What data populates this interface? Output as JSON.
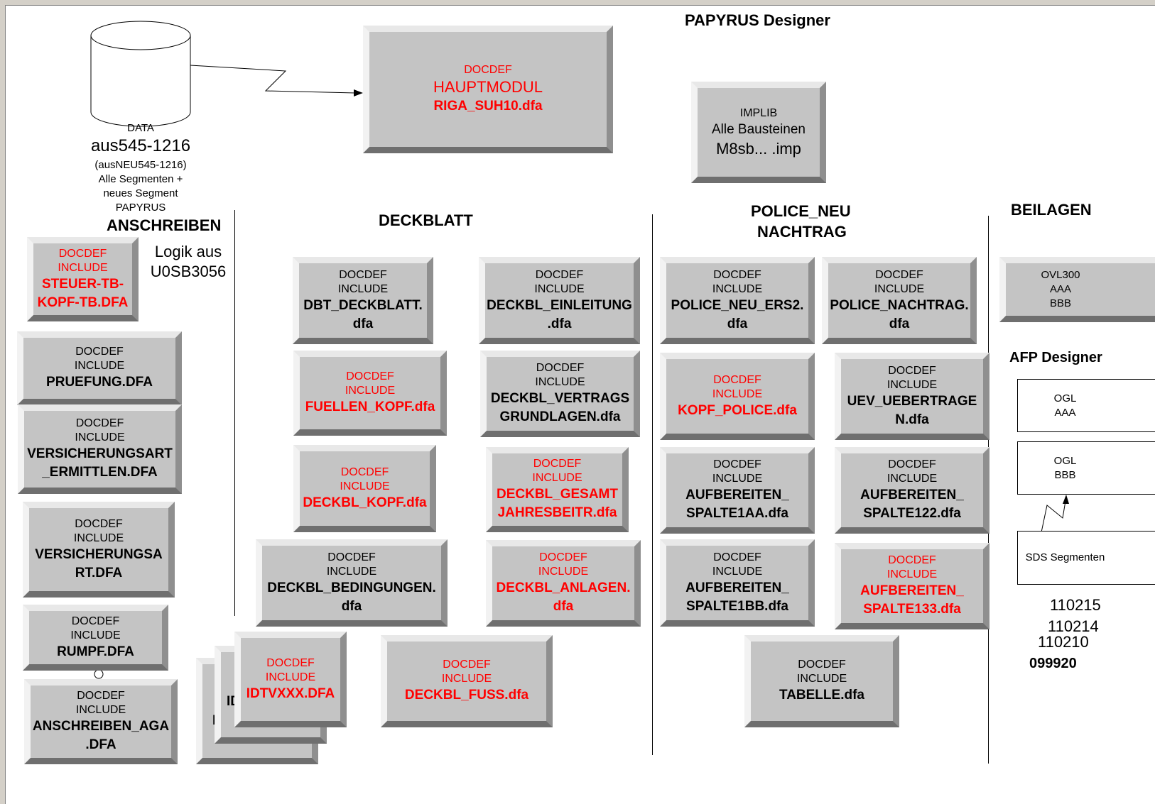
{
  "title": "PAPYRUS Designer",
  "data_store": {
    "label": "DATA",
    "name": "aus545-1216",
    "note": [
      "(ausNEU545-1216)",
      "Alle Segmenten +",
      "neues Segment",
      "PAPYRUS"
    ]
  },
  "hauptmodul": {
    "line1": "DOCDEF",
    "line2": "HAUPTMODUL",
    "line3": "RIGA_SUH10.dfa"
  },
  "implib": {
    "line1": "IMPLIB",
    "line2": "Alle Bausteinen",
    "line3": "M8sb... .imp"
  },
  "sections": {
    "anschreiben": "ANSCHREIBEN",
    "deckblatt": "DECKBLATT",
    "police_line1": "POLICE_NEU",
    "police_line2": "NACHTRAG",
    "beilagen": "BEILAGEN",
    "afp": "AFP Designer"
  },
  "logik_note": [
    "Logik aus",
    "U0SB3056"
  ],
  "anschreiben_modules": [
    {
      "l1": "DOCDEF",
      "l2": "INCLUDE",
      "l3": "STEUER-TB-",
      "l4": "KOPF-TB.DFA"
    },
    {
      "l1": "DOCDEF",
      "l2": "INCLUDE",
      "l3": "PRUEFUNG.DFA",
      "l4": ""
    },
    {
      "l1": "DOCDEF",
      "l2": "INCLUDE",
      "l3": "VERSICHERUNGSART",
      "l4": "_ERMITTLEN.DFA"
    },
    {
      "l1": "DOCDEF",
      "l2": "INCLUDE",
      "l3": "VERSICHERUNGSA",
      "l4": "RT.DFA"
    },
    {
      "l1": "DOCDEF",
      "l2": "INCLUDE",
      "l3": "RUMPF.DFA",
      "l4": ""
    },
    {
      "l1": "DOCDEF",
      "l2": "INCLUDE",
      "l3": "ANSCHREIBEN_AGA",
      "l4": ".DFA"
    }
  ],
  "stack_modules": [
    {
      "l1": "",
      "l2": "",
      "l3": "I",
      "l4": ""
    },
    {
      "l1": "",
      "l2": "",
      "l3": "ID",
      "l4": ""
    },
    {
      "l1": "DOCDEF",
      "l2": "INCLUDE",
      "l3": "IDTVXXX.DFA",
      "l4": ""
    }
  ],
  "deckblatt_modules": [
    {
      "l1": "DOCDEF",
      "l2": "INCLUDE",
      "l3": "DBT_DECKBLATT.",
      "l4": "dfa"
    },
    {
      "l1": "DOCDEF",
      "l2": "INCLUDE",
      "l3": "DECKBL_EINLEITUNG",
      "l4": ".dfa"
    },
    {
      "l1": "DOCDEF",
      "l2": "INCLUDE",
      "l3": "FUELLEN_KOPF.dfa",
      "l4": ""
    },
    {
      "l1": "DOCDEF",
      "l2": "INCLUDE",
      "l3": "DECKBL_VERTRAGS",
      "l4": "GRUNDLAGEN.dfa"
    },
    {
      "l1": "DOCDEF",
      "l2": "INCLUDE",
      "l3": "DECKBL_KOPF.dfa",
      "l4": ""
    },
    {
      "l1": "DOCDEF",
      "l2": "INCLUDE",
      "l3": "DECKBL_GESAMT",
      "l4": "JAHRESBEITR.dfa"
    },
    {
      "l1": "DOCDEF",
      "l2": "INCLUDE",
      "l3": "DECKBL_BEDINGUNGEN.",
      "l4": "dfa"
    },
    {
      "l1": "DOCDEF",
      "l2": "INCLUDE",
      "l3": "DECKBL_ANLAGEN.",
      "l4": "dfa"
    },
    {
      "l1": "DOCDEF",
      "l2": "INCLUDE",
      "l3": "DECKBL_FUSS.dfa",
      "l4": ""
    }
  ],
  "police_modules": [
    {
      "l1": "DOCDEF",
      "l2": "INCLUDE",
      "l3": "POLICE_NEU_ERS2.",
      "l4": "dfa"
    },
    {
      "l1": "DOCDEF",
      "l2": "INCLUDE",
      "l3": "POLICE_NACHTRAG.",
      "l4": "dfa"
    },
    {
      "l1": "DOCDEF",
      "l2": "INCLUDE",
      "l3": "KOPF_POLICE.dfa",
      "l4": ""
    },
    {
      "l1": "DOCDEF",
      "l2": "INCLUDE",
      "l3": "UEV_UEBERTRAGE",
      "l4": "N.dfa"
    },
    {
      "l1": "DOCDEF",
      "l2": "INCLUDE",
      "l3": "AUFBEREITEN_",
      "l4": "SPALTE1AA.dfa"
    },
    {
      "l1": "DOCDEF",
      "l2": "INCLUDE",
      "l3": "AUFBEREITEN_",
      "l4": "SPALTE122.dfa"
    },
    {
      "l1": "DOCDEF",
      "l2": "INCLUDE",
      "l3": "AUFBEREITEN_",
      "l4": "SPALTE1BB.dfa"
    },
    {
      "l1": "DOCDEF",
      "l2": "INCLUDE",
      "l3": "AUFBEREITEN_",
      "l4": "SPALTE133.dfa"
    },
    {
      "l1": "DOCDEF",
      "l2": "INCLUDE",
      "l3": "TABELLE.dfa",
      "l4": ""
    }
  ],
  "beilagen_box": {
    "l1": "OVL300",
    "l2": "AAA",
    "l3": "BBB"
  },
  "afp_boxes": [
    {
      "l1": "OGL",
      "l2": "AAA"
    },
    {
      "l1": "OGL",
      "l2": "BBB"
    },
    {
      "l1": "SDS Segmenten",
      "l2": ""
    }
  ],
  "version_numbers": [
    "110215",
    "110214",
    "110210",
    "099920"
  ],
  "colors": {
    "highlight": "#ff0000",
    "box_fill": "#c4c4c4"
  }
}
